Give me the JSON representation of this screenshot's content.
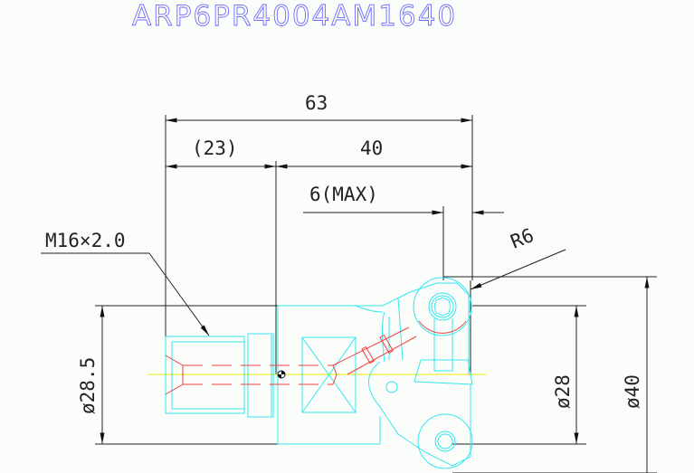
{
  "title": "ARP6PR4004AM1640",
  "dimensions": {
    "overall_length": "63",
    "shank_length": "(23)",
    "head_length": "40",
    "max_depth": "6(MAX)",
    "radius": "R6",
    "thread": "M16×2.0",
    "shank_diameter": "ø28.5",
    "body_diameter": "ø28",
    "cutting_diameter": "ø40"
  },
  "colors": {
    "title": "#6b6bff",
    "geometry": "#35e6ee",
    "hidden": "#f04040",
    "centerline": "#e8e800",
    "dimension": "#222222"
  }
}
